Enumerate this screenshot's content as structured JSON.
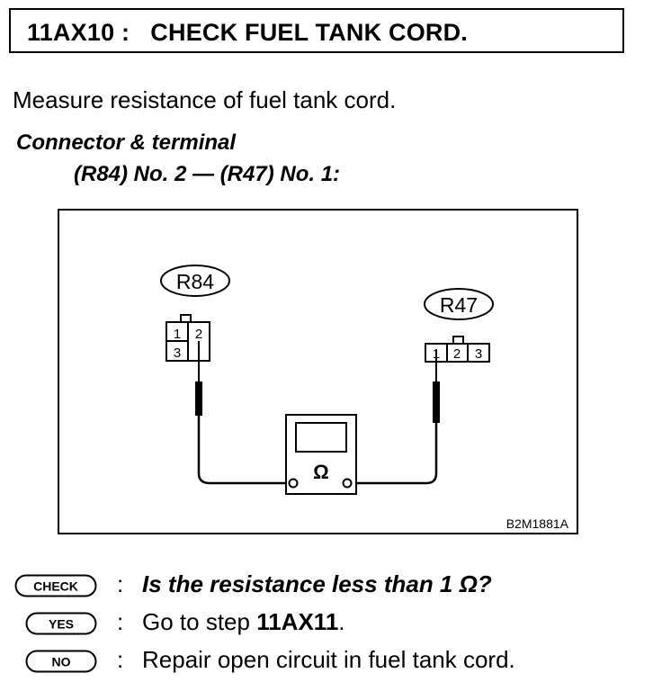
{
  "header": {
    "step_code": "11AX10 :",
    "title": "CHECK FUEL TANK CORD."
  },
  "intro": "Measure resistance of fuel tank cord.",
  "connector": {
    "label": "Connector & terminal",
    "value": "(R84) No. 2 — (R47) No. 1:"
  },
  "diagram": {
    "connector_left": {
      "name": "R84",
      "pins": [
        "1",
        "2",
        "3"
      ]
    },
    "connector_right": {
      "name": "R47",
      "pins": [
        "1",
        "2",
        "3"
      ]
    },
    "meter_symbol": "Ω",
    "figure_code": "B2M1881A"
  },
  "steps": {
    "check": {
      "badge": "CHECK",
      "colon": ":",
      "text": "Is the resistance less than 1 Ω?"
    },
    "yes": {
      "badge": "YES",
      "colon": ":",
      "prefix": "Go to step ",
      "target": "11AX11",
      "suffix": "."
    },
    "no": {
      "badge": "NO",
      "colon": ":",
      "text": "Repair open circuit in fuel tank cord."
    }
  }
}
